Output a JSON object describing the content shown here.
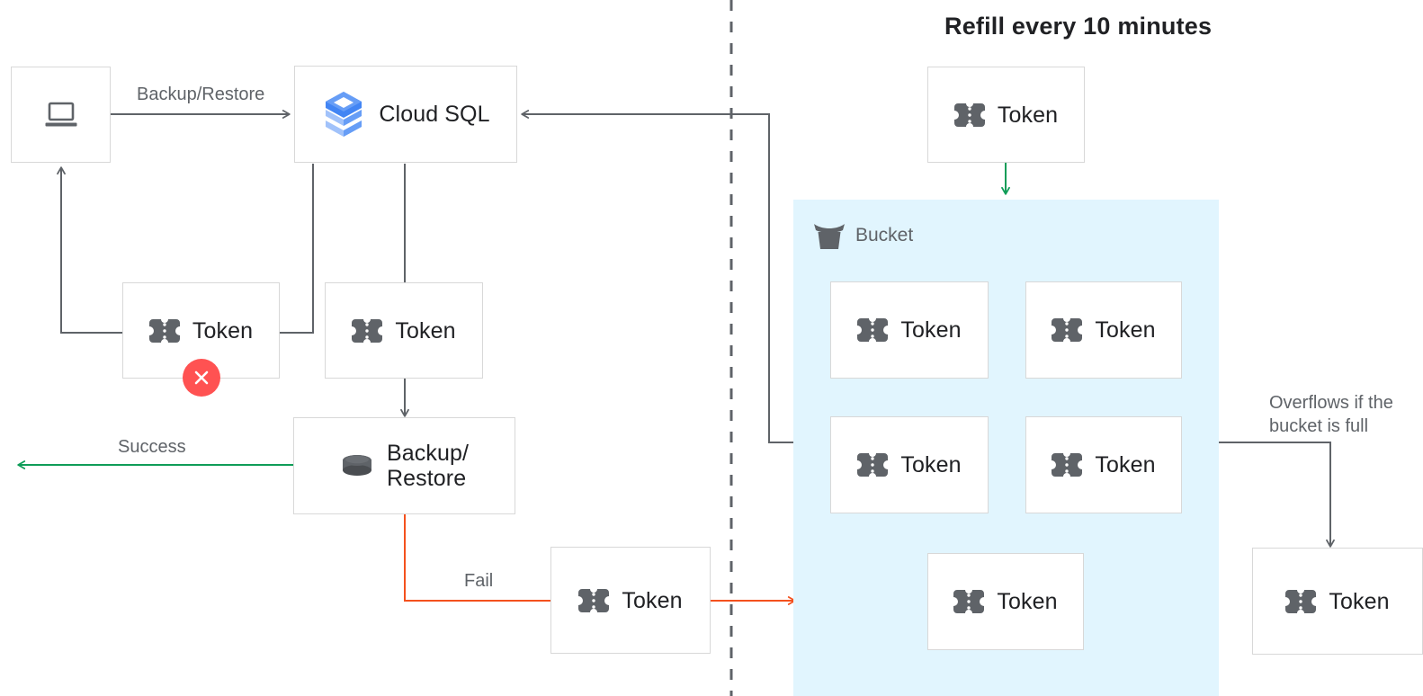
{
  "headline": "Refill every 10 minutes",
  "colors": {
    "bucket_fill": "#E1F5FE",
    "box_border": "#d8d8d8",
    "wire": "#5f6368",
    "success_green": "#0F9D58",
    "fail_red": "#F4511E",
    "error_badge": "#FF5252",
    "text_dark": "#202124",
    "text_muted": "#5f6368",
    "cloudsql_blue": "#4285F4",
    "cloudsql_blue_light": "#A1C2FA"
  },
  "nodes": {
    "client": {
      "label": "",
      "icon": "laptop-icon"
    },
    "cloud_sql": {
      "label": "Cloud SQL",
      "icon": "cloud-sql-icon"
    },
    "token_client": {
      "label": "Token",
      "icon": "token-icon"
    },
    "token_sql": {
      "label": "Token",
      "icon": "token-icon"
    },
    "backup_restore": {
      "label": "Backup/\nRestore",
      "icon": "database-icon"
    },
    "token_fail": {
      "label": "Token",
      "icon": "token-icon"
    },
    "token_refill": {
      "label": "Token",
      "icon": "token-icon"
    },
    "token_overflow": {
      "label": "Token",
      "icon": "token-icon"
    }
  },
  "bucket": {
    "title": "Bucket",
    "icon": "bucket-icon",
    "tokens": [
      {
        "label": "Token",
        "icon": "token-icon"
      },
      {
        "label": "Token",
        "icon": "token-icon"
      },
      {
        "label": "Token",
        "icon": "token-icon"
      },
      {
        "label": "Token",
        "icon": "token-icon"
      },
      {
        "label": "Token",
        "icon": "token-icon"
      }
    ]
  },
  "edge_labels": {
    "backup_restore": "Backup/Restore",
    "success": "Success",
    "fail": "Fail",
    "overflow": "Overflows if the\nbucket is full"
  },
  "error_badge": {
    "icon": "close-icon"
  }
}
